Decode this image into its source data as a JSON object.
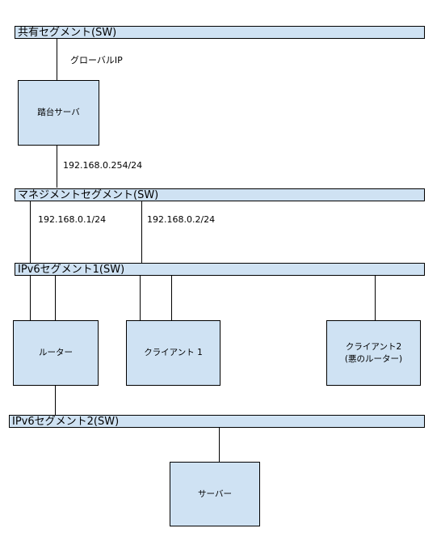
{
  "segments": {
    "shared": "共有セグメント(SW)",
    "management": "マネジメントセグメント(SW)",
    "ipv6_1": "IPv6セグメント1(SW)",
    "ipv6_2": "IPv6セグメント2(SW)"
  },
  "nodes": {
    "bastion": "踏台サーバ",
    "router": "ルーター",
    "client1": "クライアント 1",
    "client2_line1": "クライアント2",
    "client2_line2": "(悪のルーター)",
    "server": "サーバー"
  },
  "labels": {
    "global_ip": "グローバルIP",
    "bastion_ip": "192.168.0.254/24",
    "router_ip": "192.168.0.1/24",
    "client1_ip": "192.168.0.2/24"
  }
}
